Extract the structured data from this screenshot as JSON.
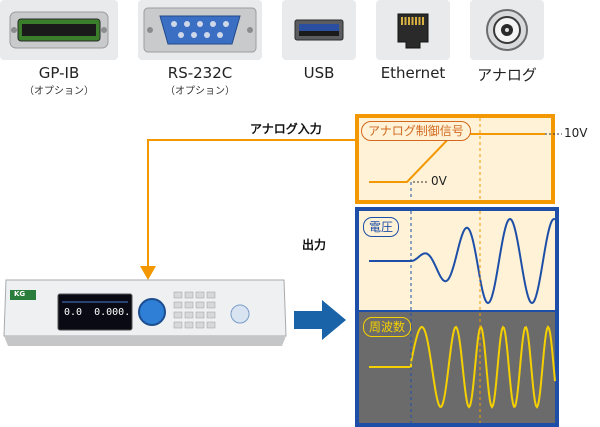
{
  "interfaces": [
    {
      "icon": "gpib-connector-icon",
      "label": "GP-IB",
      "sub": "（オプション）"
    },
    {
      "icon": "rs232c-connector-icon",
      "label": "RS-232C",
      "sub": "（オプション）"
    },
    {
      "icon": "usb-port-icon",
      "label": "USB"
    },
    {
      "icon": "ethernet-port-icon",
      "label": "Ethernet"
    },
    {
      "icon": "analog-bnc-icon",
      "label": "アナログ"
    }
  ],
  "analog_input_label": "アナログ入力",
  "output_label": "出力",
  "control_signal": {
    "title": "アナログ制御信号",
    "high_label": "10V",
    "low_label": "0V"
  },
  "voltage_panel": {
    "title": "電圧"
  },
  "frequency_panel": {
    "title": "周波数"
  },
  "device": {
    "brand": "KG",
    "display_main": "0.0  0.000."
  },
  "colors": {
    "orange": "#f39800",
    "orange_dark": "#d2691e",
    "blue": "#1e4fa8",
    "yellow": "#f4d000",
    "panel_bg": "#fff2d6"
  }
}
